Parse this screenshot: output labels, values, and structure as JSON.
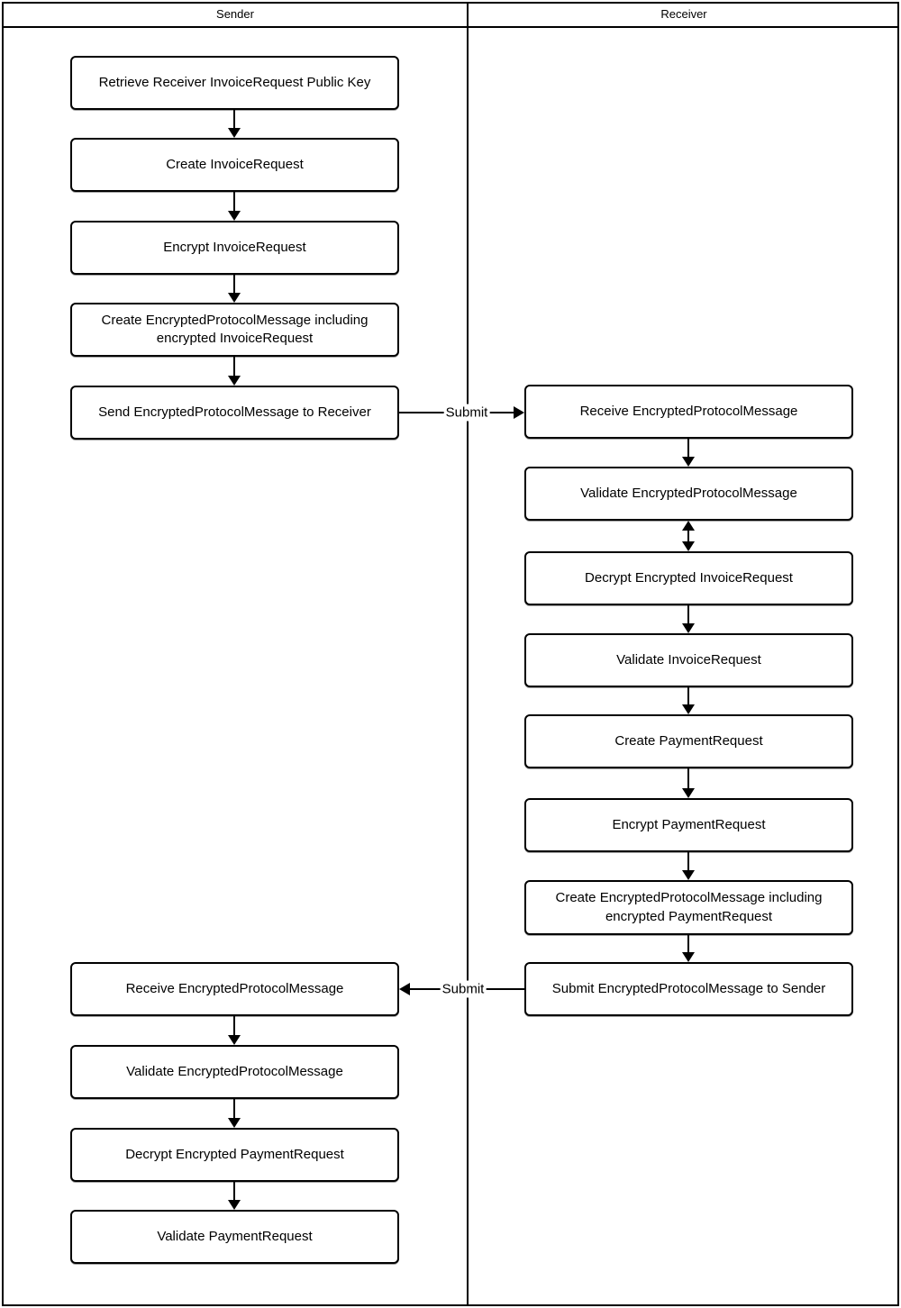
{
  "lanes": {
    "sender": {
      "label": "Sender"
    },
    "receiver": {
      "label": "Receiver"
    }
  },
  "sender_nodes": [
    {
      "label": "Retrieve Receiver InvoiceRequest Public Key"
    },
    {
      "label": "Create InvoiceRequest"
    },
    {
      "label": "Encrypt InvoiceRequest"
    },
    {
      "label": "Create EncryptedProtocolMessage including encrypted InvoiceRequest"
    },
    {
      "label": "Send EncryptedProtocolMessage to Receiver"
    },
    {
      "label": "Receive EncryptedProtocolMessage"
    },
    {
      "label": "Validate EncryptedProtocolMessage"
    },
    {
      "label": "Decrypt Encrypted PaymentRequest"
    },
    {
      "label": "Validate PaymentRequest"
    }
  ],
  "receiver_nodes": [
    {
      "label": "Receive EncryptedProtocolMessage"
    },
    {
      "label": "Validate EncryptedProtocolMessage"
    },
    {
      "label": "Decrypt Encrypted InvoiceRequest"
    },
    {
      "label": "Validate InvoiceRequest"
    },
    {
      "label": "Create PaymentRequest"
    },
    {
      "label": "Encrypt PaymentRequest"
    },
    {
      "label": "Create EncryptedProtocolMessage including encrypted PaymentRequest"
    },
    {
      "label": "Submit EncryptedProtocolMessage to Sender"
    }
  ],
  "edge_labels": {
    "submit_to_receiver": "Submit",
    "submit_to_sender": "Submit"
  },
  "colors": {
    "stroke": "#000000",
    "node_fill": "#ffffff",
    "background": "#ffffff"
  }
}
